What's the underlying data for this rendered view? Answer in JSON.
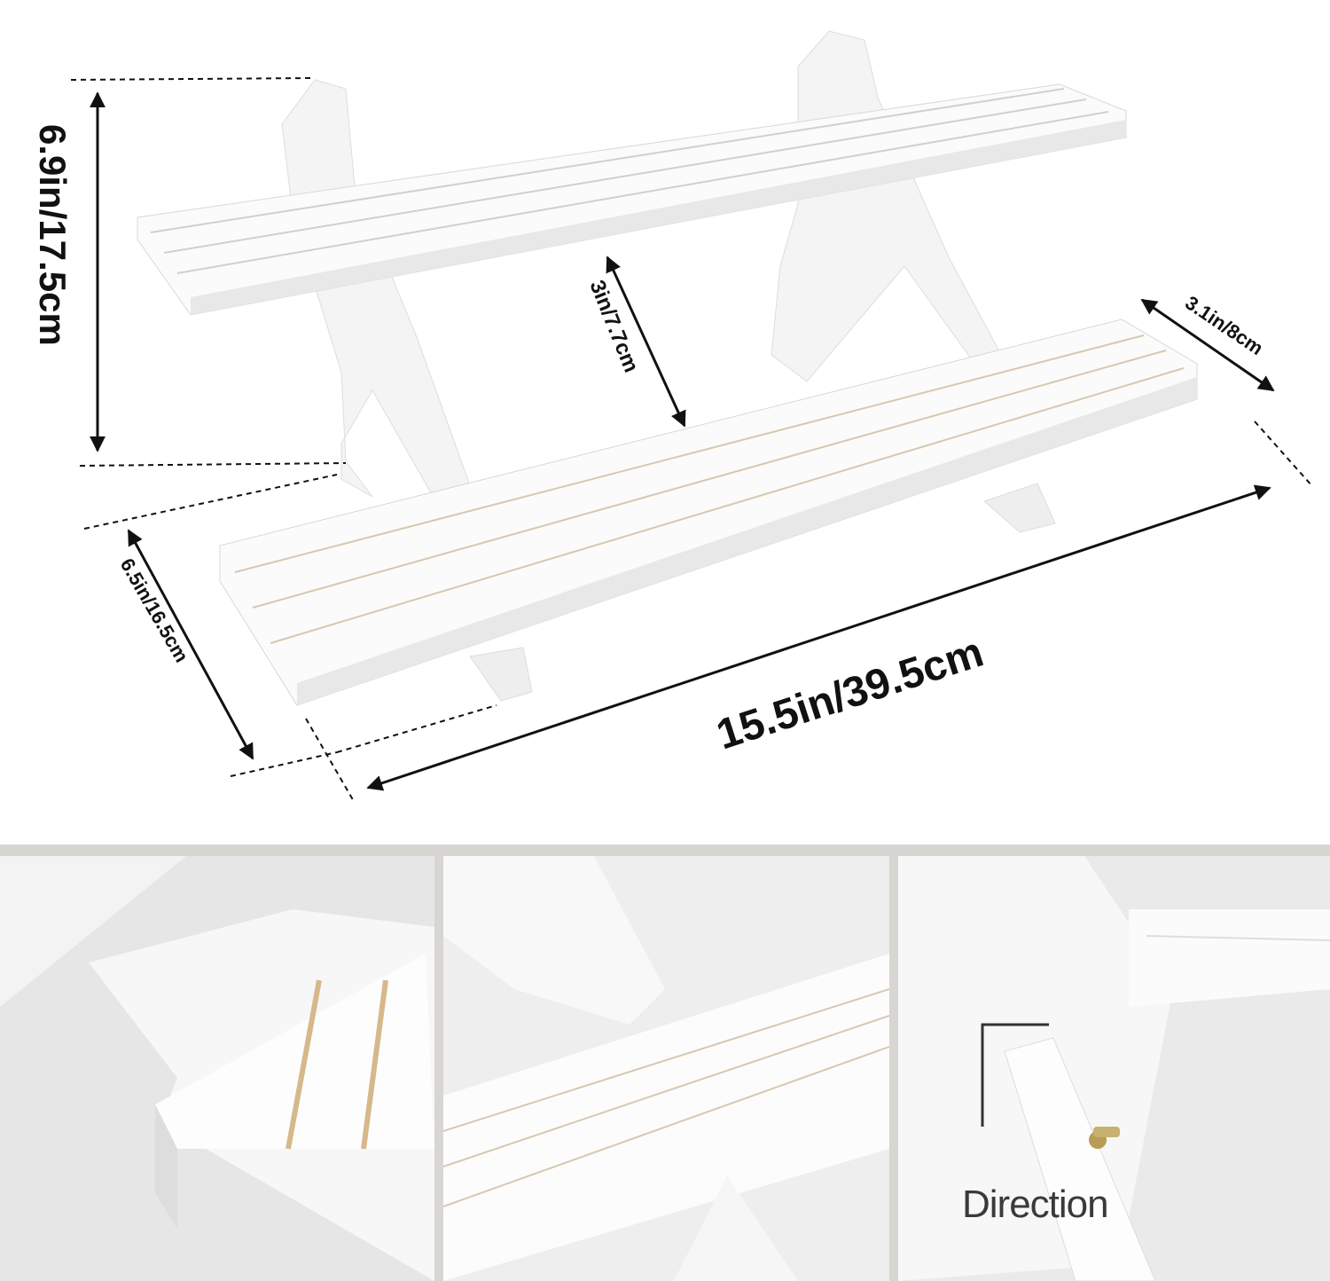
{
  "dimensions": {
    "height": "6.9in/17.5cm",
    "tier_gap": "3in/7.7cm",
    "shelf_depth": "3.1in/8cm",
    "base_depth": "6.5in/16.5cm",
    "width": "15.5in/39.5cm"
  },
  "detail_panels": {
    "direction_label": "Direction"
  },
  "colors": {
    "shelf": "#fafafa",
    "shadow": "#dcdcdc",
    "groove": "#d9c7b0",
    "divider": "#d8d6d2"
  }
}
